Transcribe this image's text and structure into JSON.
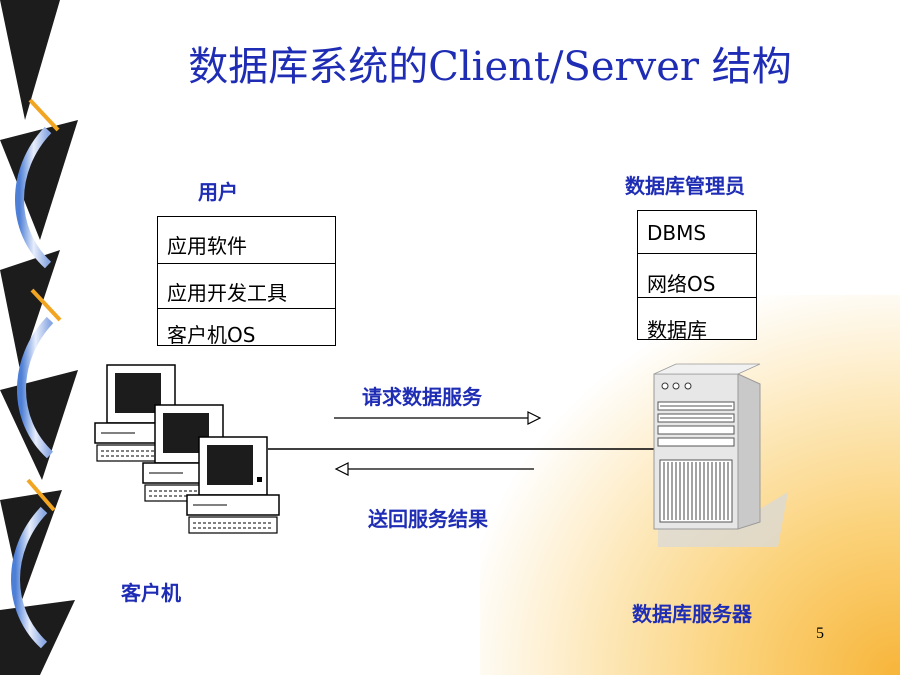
{
  "slide": {
    "title": "数据库系统的Client/Server 结构",
    "page_number": "5"
  },
  "client": {
    "user_label": "用户",
    "layers": [
      "应用软件",
      "应用开发工具",
      "客户机OS"
    ],
    "caption": "客户机"
  },
  "server": {
    "admin_label": "数据库管理员",
    "layers": [
      "DBMS",
      "网络OS",
      "数据库"
    ],
    "caption": "数据库服务器"
  },
  "arrows": {
    "request_label": "请求数据服务",
    "response_label": "送回服务结果"
  },
  "colors": {
    "text_blue": "#1f2db5",
    "decor_dark": "#1c1c1c",
    "decor_accent": "#f2a521"
  },
  "icons": {
    "client_computers": "desktop-computer-icon",
    "server_tower": "server-tower-icon"
  }
}
